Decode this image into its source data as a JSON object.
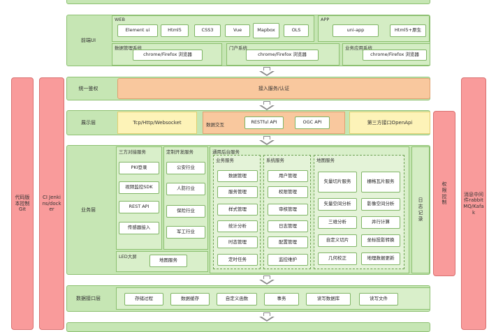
{
  "sidebars": {
    "left_outer": "代码版本控制Git",
    "left_inner": "CI Jenkins/docker",
    "right_inner": "权限控制",
    "right_outer": "消息中间件rabbitMQ/Kafak"
  },
  "frontend": {
    "label": "前端UI",
    "web": {
      "title": "WEB",
      "items": [
        "Element ui",
        "Html5",
        "CSS3",
        "Vue",
        "Mapbox",
        "OLS"
      ]
    },
    "app": {
      "title": "APP",
      "items": [
        "uni-app",
        "Html5+原生"
      ]
    },
    "data_mgmt": {
      "title": "数据管理系统",
      "browser": "chrome/Firefox 浏览器"
    },
    "portal": {
      "title": "门户系统",
      "browser": "chrome/Firefox 浏览器"
    },
    "biz_app": {
      "title": "业务应用系统",
      "browser": "chrome/Firefox 浏览器"
    }
  },
  "auth": {
    "label": "统一鉴权",
    "service": "接入服务/认证"
  },
  "display": {
    "label": "展示层",
    "protocol": "Tcp/Http/Websocket",
    "exchange": {
      "title": "数据交互",
      "items": [
        "RESTful API",
        "OGC API"
      ]
    },
    "third_party": "第三方接口OpenApi"
  },
  "business": {
    "label": "业务层",
    "third_party": {
      "title": "三方对接服务",
      "items": [
        "PKI登录",
        "视频监控SDK",
        "REST API",
        "传感器接入"
      ]
    },
    "custom": {
      "title": "定制开发服务",
      "items": [
        "公安行业",
        "人防行业",
        "保险行业",
        "军工行业"
      ]
    },
    "led": {
      "title": "LED大屏",
      "item": "地图服务"
    },
    "backend": {
      "title": "通用后台服务",
      "service": {
        "title": "业务服务",
        "items": [
          "数据管理",
          "服务管理",
          "样式管理",
          "统计分析",
          "时态管理",
          "定时任务"
        ]
      },
      "system": {
        "title": "系统服务",
        "items": [
          "用户管理",
          "权限管理",
          "审核管理",
          "日志管理",
          "配置管理",
          "监控维护"
        ]
      },
      "map": {
        "title": "地图服务",
        "items": [
          "矢量切片服务",
          "栅格瓦片服务",
          "矢量空间分析",
          "影像空间分析",
          "三维分析",
          "并行计算",
          "自定义切片",
          "坐标投影转换",
          "几何校正",
          "地理数据更新"
        ]
      }
    },
    "log": "日志记录"
  },
  "data_interface": {
    "label": "数据接口层",
    "items": [
      "存储过程",
      "数据缓存",
      "自定义函数",
      "事务",
      "读写数据库",
      "读写文件"
    ]
  }
}
